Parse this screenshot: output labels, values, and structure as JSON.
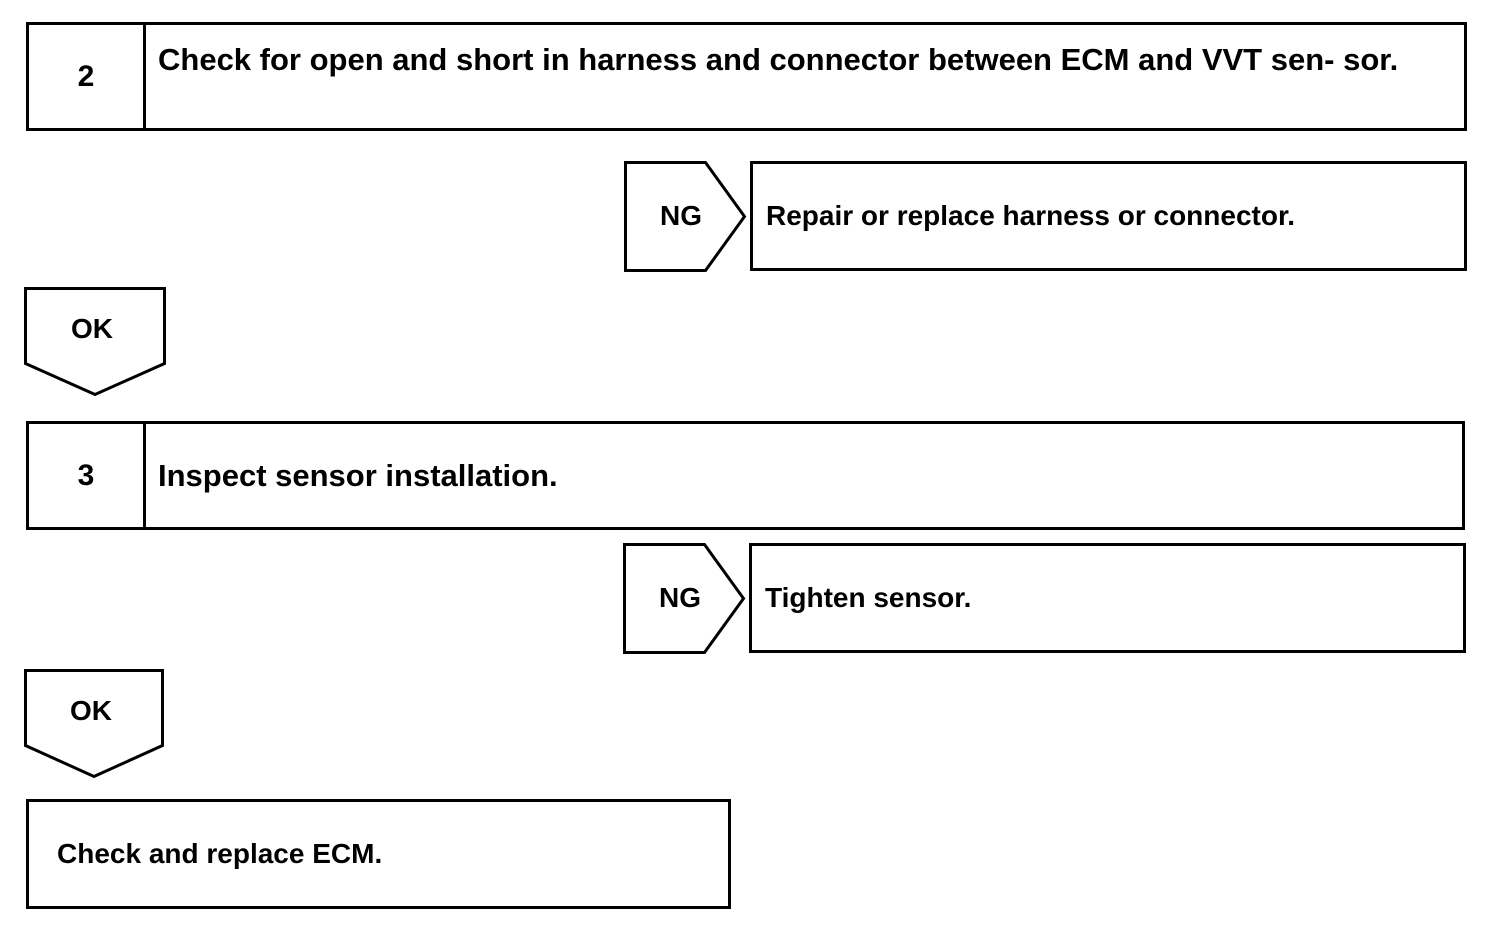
{
  "steps": [
    {
      "number": "2",
      "text": "Check for open and short in harness and connector between ECM and VVT sen- sor.",
      "ng_label": "NG",
      "ng_action": "Repair or replace harness or connector.",
      "ok_label": "OK"
    },
    {
      "number": "3",
      "text": "Inspect sensor installation.",
      "ng_label": "NG",
      "ng_action": "Tighten sensor.",
      "ok_label": "OK"
    }
  ],
  "final_action": "Check and replace ECM.",
  "colors": {
    "line": "#000000",
    "background": "#ffffff"
  }
}
